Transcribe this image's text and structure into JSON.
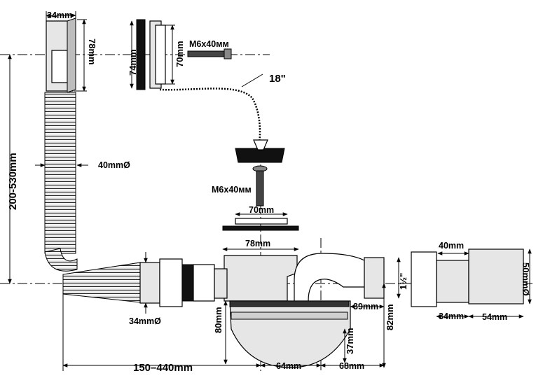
{
  "diagram": {
    "labels": {
      "overflow_width": "34mm",
      "overflow_height": "78mm",
      "plate_outer_height": "74mm",
      "plate_inner_height": "70mm",
      "overflow_screw": "M6x40мм",
      "chain_length": "18\"",
      "hose_diameter": "40mmØ",
      "overflow_range": "200-530mm",
      "drain_screw": "M6x40мм",
      "grate_diameter": "70mm",
      "flange_diameter": "78mm",
      "outlet_diameter": "40mm",
      "thread_size": "1½\"",
      "pipe_diameter": "50mmØ",
      "nut_offset": "34mm",
      "pipe_length": "54mm",
      "side_offset": "39mm",
      "hose_inlet_diameter": "34mmØ",
      "trap_height": "80mm",
      "total_height": "82mm",
      "seal_depth": "37mm",
      "horizontal_range": "150–440mm",
      "trap_width_left": "64mm",
      "trap_width_right": "68mm"
    }
  }
}
